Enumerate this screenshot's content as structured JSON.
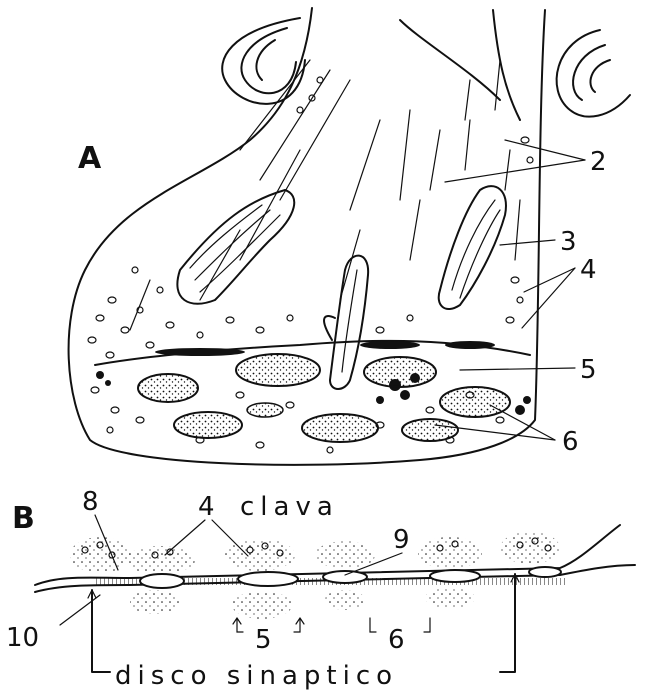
{
  "panels": {
    "a": {
      "letter": "A",
      "labels": [
        "2",
        "3",
        "4",
        "5",
        "6"
      ]
    },
    "b": {
      "letter": "B",
      "labels": [
        "8",
        "4",
        "clava",
        "9",
        "10",
        "5",
        "6",
        "disco sinaptico"
      ]
    }
  }
}
